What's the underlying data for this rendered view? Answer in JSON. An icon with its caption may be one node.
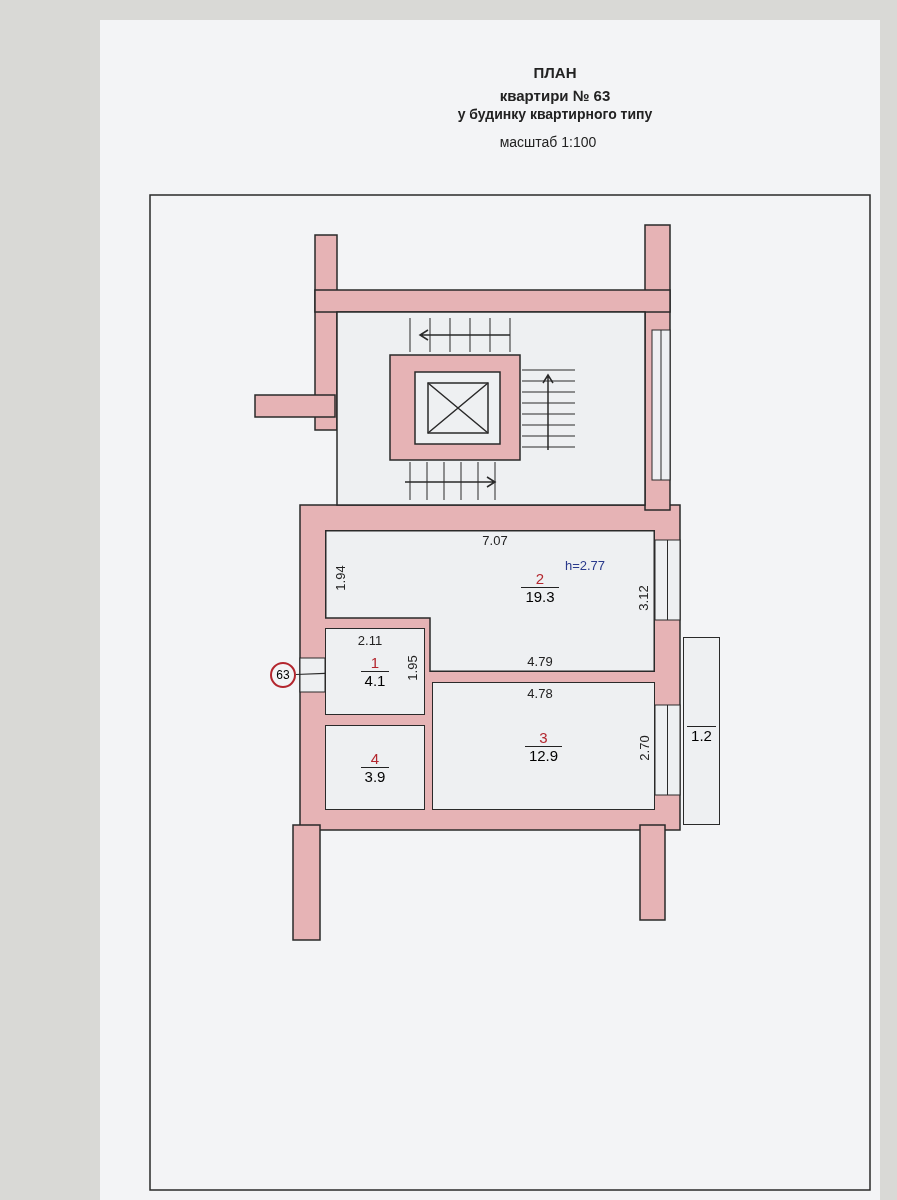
{
  "diagram": {
    "title": "ПЛАН",
    "nodes": [
      {
        "text": [
          "2",
          "19.3"
        ]
      },
      {
        "text": [
          "63"
        ]
      },
      {
        "text": [
          "1",
          "4.1"
        ]
      },
      {
        "text": [
          "3",
          "12.9"
        ]
      },
      {
        "text": [
          "1.2"
        ]
      },
      {
        "text": [
          "4",
          "3.9"
        ]
      }
    ],
    "edges": [
      {
        "from": 1,
        "to": 2,
        "arrow": "none"
      }
    ],
    "labels": [
      "квартири № 63",
      "у будинку квартирного типу",
      "масштаб 1:100",
      "7.07",
      "h=2.77",
      "1.94",
      "3.12",
      "2.11",
      "4.79",
      "1.95",
      "4.78",
      "2.70"
    ]
  }
}
